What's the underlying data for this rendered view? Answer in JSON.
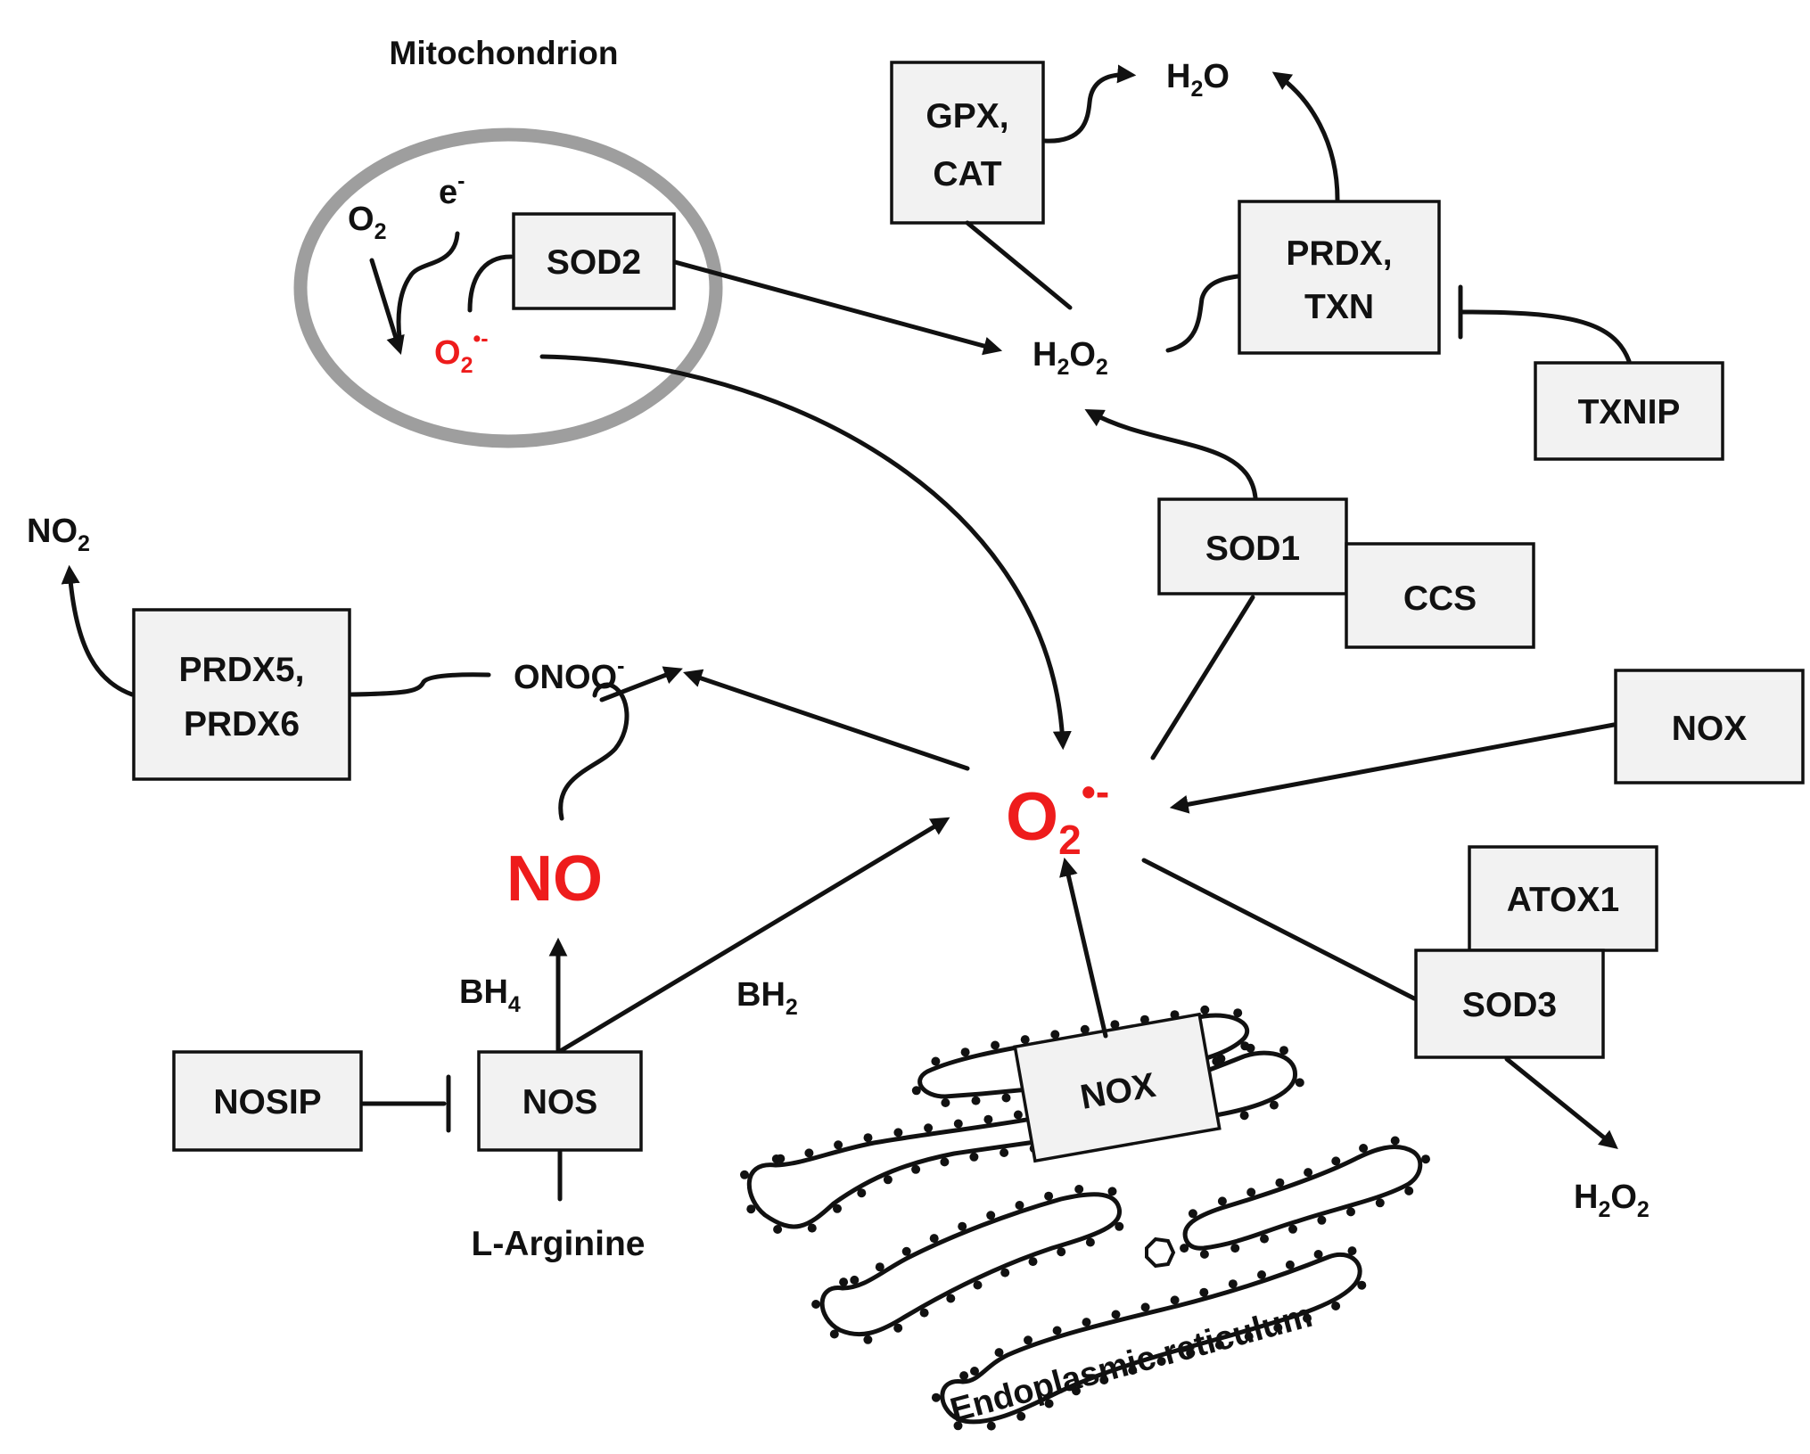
{
  "mitochondrion": {
    "label": "Mitochondrion",
    "o2": "O",
    "o2_sub": "2",
    "electron": "e",
    "electron_sup": "-",
    "superoxide": "O",
    "superoxide_sub": "2",
    "superoxide_sup": "•-",
    "sod2": "SOD2"
  },
  "colors": {
    "accent_red": "#ee1c1c",
    "box_fill": "#f2f2f2",
    "membrane_gray": "#9e9e9e",
    "ink": "#111111"
  },
  "detox": {
    "gpx_cat_line1": "GPX,",
    "gpx_cat_line2": "CAT",
    "water": "H",
    "water_sub": "2",
    "water_o": "O",
    "h2o2_h": "H",
    "h2o2_sub1": "2",
    "h2o2_o": "O",
    "h2o2_sub2": "2",
    "prdx_txn_line1": "PRDX,",
    "prdx_txn_line2": "TXN",
    "txnip": "TXNIP"
  },
  "sod1": "SOD1",
  "ccs": "CCS",
  "no2": "NO",
  "no2_sub": "2",
  "prdx56_line1": "PRDX5,",
  "prdx56_line2": "PRDX6",
  "onoo": "ONOO",
  "onoo_sup": "-",
  "central": {
    "label": "O",
    "sub": "2",
    "sup": "•-"
  },
  "nox_right": "NOX",
  "no": "NO",
  "bh4": "BH",
  "bh4_sub": "4",
  "bh2": "BH",
  "bh2_sub": "2",
  "nos": "NOS",
  "nosip": "NOSIP",
  "arginine": "L-Arginine",
  "nox_er": "NOX",
  "er_label": "Endoplasmic reticulum",
  "atox1": "ATOX1",
  "sod3": "SOD3",
  "h2o2_bottom_h": "H",
  "h2o2_bottom_sub1": "2",
  "h2o2_bottom_o": "O",
  "h2o2_bottom_sub2": "2"
}
